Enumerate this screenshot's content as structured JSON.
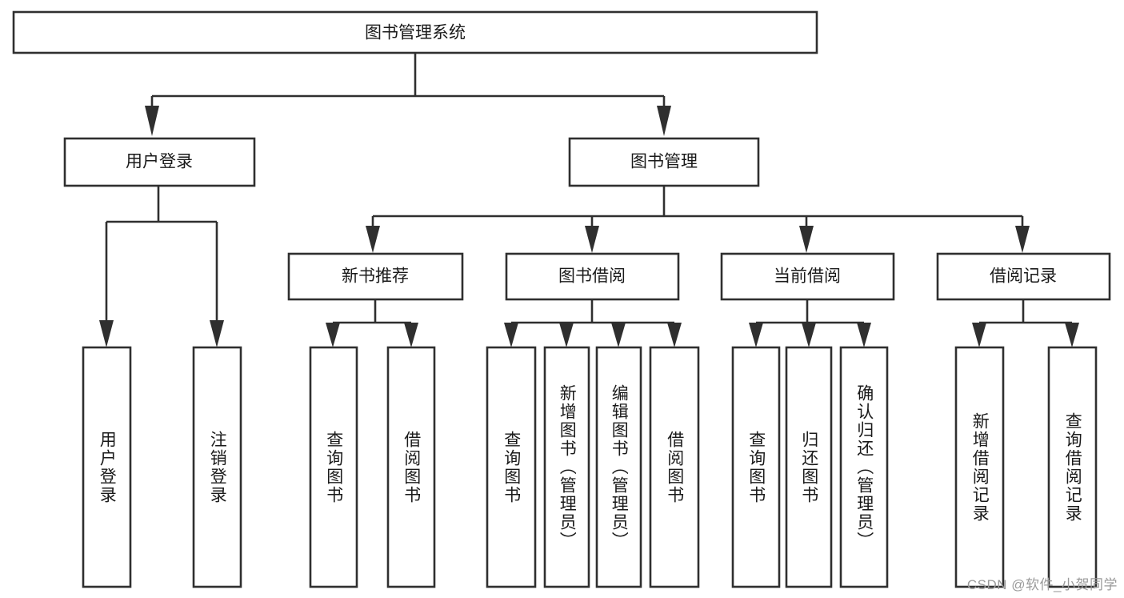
{
  "diagram": {
    "type": "tree-hierarchy-diagram",
    "title": "图书管理系统",
    "watermark": "CSDN @软件_小贺同学",
    "colors": {
      "stroke": "#2f2f2f",
      "fill": "#ffffff",
      "text": "#1a1a1a",
      "watermark": "#9a9a9a",
      "background": "#ffffff"
    },
    "levels": {
      "root": {
        "label": "图书管理系统"
      },
      "level2": [
        {
          "id": "user-login",
          "label": "用户登录"
        },
        {
          "id": "book-management",
          "label": "图书管理"
        }
      ],
      "level3": [
        {
          "id": "new-book-recommend",
          "label": "新书推荐",
          "parent": "book-management"
        },
        {
          "id": "book-borrow",
          "label": "图书借阅",
          "parent": "book-management"
        },
        {
          "id": "current-borrow",
          "label": "当前借阅",
          "parent": "book-management"
        },
        {
          "id": "borrow-record",
          "label": "借阅记录",
          "parent": "book-management"
        }
      ],
      "leaves": [
        {
          "id": "leaf-user-login",
          "label": "用户登录",
          "parent": "user-login"
        },
        {
          "id": "leaf-logout",
          "label": "注销登录",
          "parent": "user-login"
        },
        {
          "id": "leaf-query-book-1",
          "label": "查询图书",
          "parent": "new-book-recommend"
        },
        {
          "id": "leaf-borrow-book-1",
          "label": "借阅图书",
          "parent": "new-book-recommend"
        },
        {
          "id": "leaf-query-book-2",
          "label": "查询图书",
          "parent": "book-borrow"
        },
        {
          "id": "leaf-add-book",
          "label": "新增图书（管理员）",
          "parent": "book-borrow"
        },
        {
          "id": "leaf-edit-book",
          "label": "编辑图书（管理员）",
          "parent": "book-borrow"
        },
        {
          "id": "leaf-borrow-book-2",
          "label": "借阅图书",
          "parent": "book-borrow"
        },
        {
          "id": "leaf-query-book-3",
          "label": "查询图书",
          "parent": "current-borrow"
        },
        {
          "id": "leaf-return-book",
          "label": "归还图书",
          "parent": "current-borrow"
        },
        {
          "id": "leaf-confirm-return",
          "label": "确认归还（管理员）",
          "parent": "current-borrow"
        },
        {
          "id": "leaf-add-record",
          "label": "新增借阅记录",
          "parent": "borrow-record"
        },
        {
          "id": "leaf-query-record",
          "label": "查询借阅记录",
          "parent": "borrow-record"
        }
      ]
    }
  }
}
